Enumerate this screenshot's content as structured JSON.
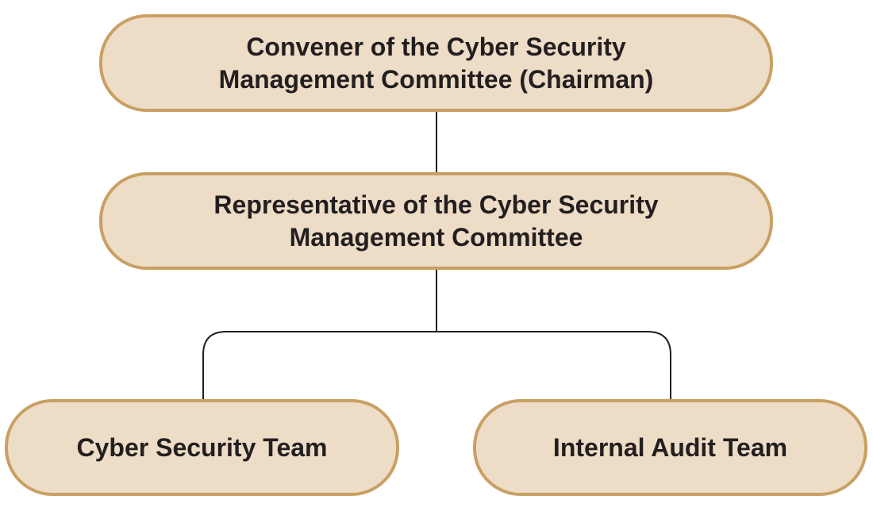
{
  "diagram": {
    "nodes": {
      "chairman": {
        "line1": "Convener of the Cyber Security",
        "line2": "Management Committee (Chairman)"
      },
      "representative": {
        "line1": "Representative of the Cyber Security",
        "line2": "Management Committee"
      },
      "cyber_security_team": {
        "label": "Cyber Security Team"
      },
      "internal_audit_team": {
        "label": "Internal Audit Team"
      }
    },
    "colors": {
      "node_fill": "#eddcc6",
      "node_border": "#c9a063",
      "text": "#231f20",
      "connector": "#231f20"
    }
  }
}
